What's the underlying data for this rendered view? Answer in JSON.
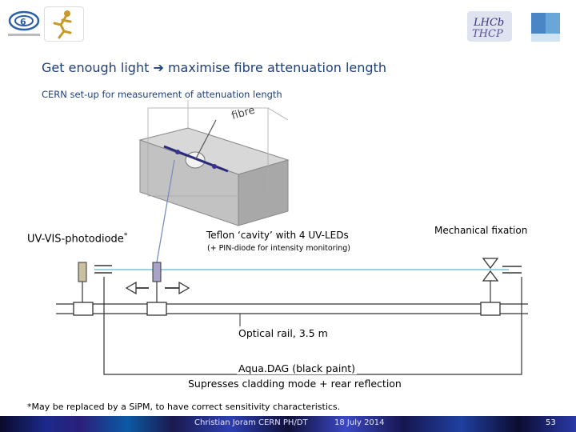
{
  "headline": {
    "part1": "Get enough light",
    "arrow": "➔",
    "part2": "maximise fibre attenuation length"
  },
  "subtitle": "CERN set-up for measurement of attenuation length",
  "labels": {
    "fibre": "fibre",
    "photodiode": "UV-VIS-photodiode",
    "photodiode_mark": "*",
    "teflon": "Teflon ‘cavity’ with 4 UV-LEDs",
    "pin_diode": "(+ PIN-diode for intensity monitoring)",
    "fixation": "Mechanical fixation",
    "rail": "Optical rail, 3.5 m",
    "aquadag": "Aqua.DAG (black paint)",
    "supresses": "Supresses cladding mode + rear reflection"
  },
  "footnote": "*May be replaced by a SiPM, to have correct sensitivity characteristics.",
  "footer": {
    "author_line": "Christian Joram CERN PH/DT",
    "date": "18 July 2014",
    "page": "53"
  },
  "colors": {
    "headline": "#1f3f7a",
    "fibre_line": "#9fd0dc",
    "photodiode_body": "#c9c0a0",
    "led_body": "#a9a3c8",
    "footer_bar": "#1b2a8a"
  },
  "icons": [
    "sensl-logo-icon",
    "runner-logo-icon",
    "lhcb-logo-icon",
    "scifi-logo-icon"
  ]
}
